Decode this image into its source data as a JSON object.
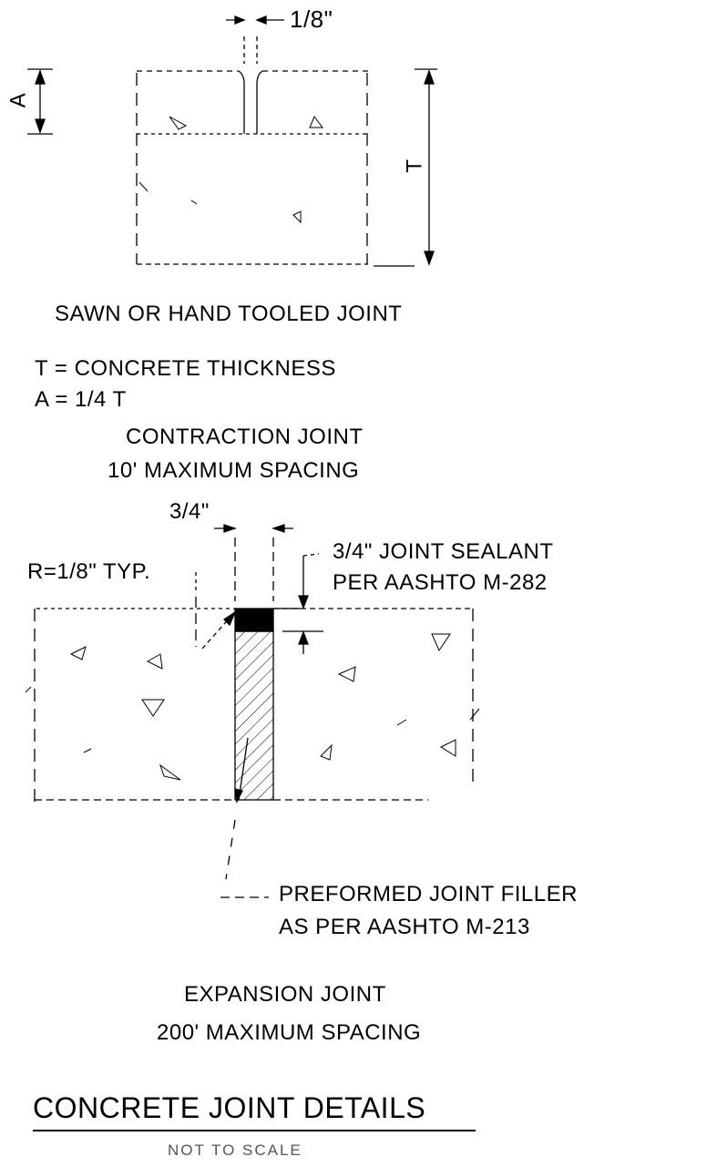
{
  "top_dimension": "1/8\"",
  "dim_a": "A",
  "dim_t": "T",
  "contraction_caption": "SAWN OR HAND TOOLED JOINT",
  "legend_t": "T = CONCRETE THICKNESS",
  "legend_a": "A = 1/4 T",
  "contraction_title": "CONTRACTION JOINT",
  "contraction_spacing": "10' MAXIMUM SPACING",
  "expansion_width": "3/4\"",
  "radius_note": "R=1/8\" TYP.",
  "sealant_line1": "3/4\" JOINT SEALANT",
  "sealant_line2": "PER AASHTO M-282",
  "filler_line1": "PREFORMED JOINT FILLER",
  "filler_line2": "AS PER AASHTO M-213",
  "expansion_title": "EXPANSION JOINT",
  "expansion_spacing": "200' MAXIMUM SPACING",
  "main_title": "CONCRETE JOINT DETAILS",
  "scale_note": "NOT TO SCALE"
}
